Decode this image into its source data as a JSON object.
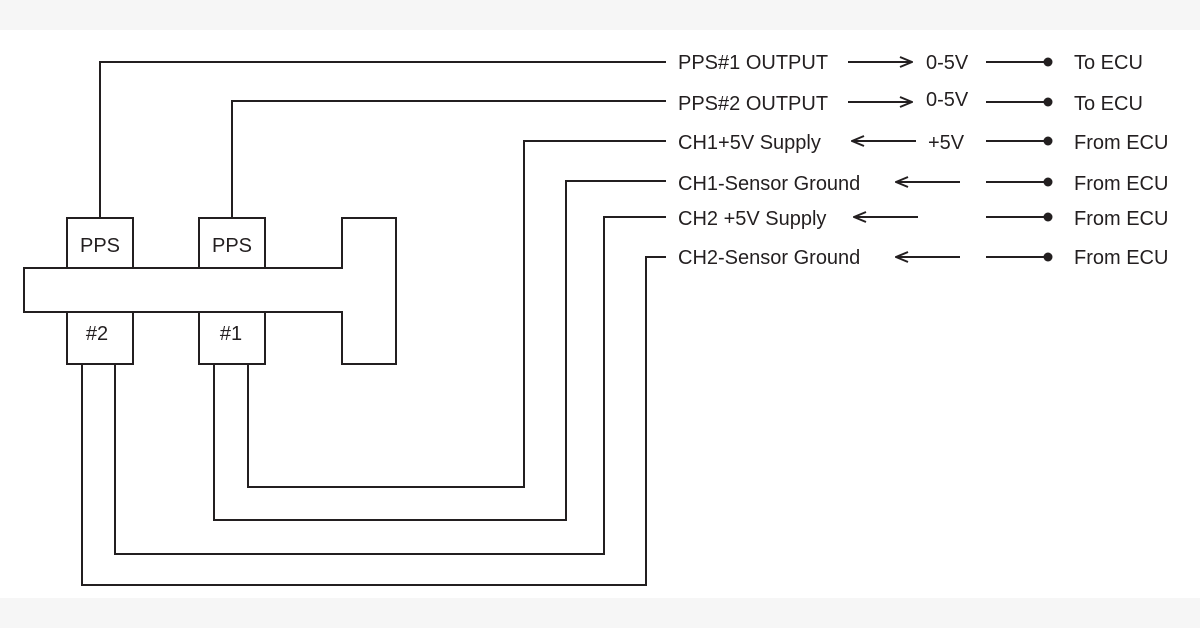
{
  "diagram": {
    "sensor_blocks": {
      "top_left": "PPS",
      "top_right": "PPS",
      "bottom_left": "#2",
      "bottom_right": "#1"
    },
    "signals": [
      {
        "name": "PPS#1 OUTPUT",
        "direction": "out",
        "voltage": "0-5V",
        "endpoint": "To ECU"
      },
      {
        "name": "PPS#2 OUTPUT",
        "direction": "out",
        "voltage": "0-5V",
        "endpoint": "To ECU"
      },
      {
        "name": "CH1+5V Supply",
        "direction": "in",
        "voltage": "+5V",
        "endpoint": "From ECU"
      },
      {
        "name": "CH1-Sensor Ground",
        "direction": "in",
        "voltage": "",
        "endpoint": "From ECU"
      },
      {
        "name": "CH2 +5V Supply",
        "direction": "in",
        "voltage": "",
        "endpoint": "From ECU"
      },
      {
        "name": "CH2-Sensor Ground",
        "direction": "in",
        "voltage": "",
        "endpoint": "From ECU"
      }
    ],
    "line_color": "#231f20"
  }
}
